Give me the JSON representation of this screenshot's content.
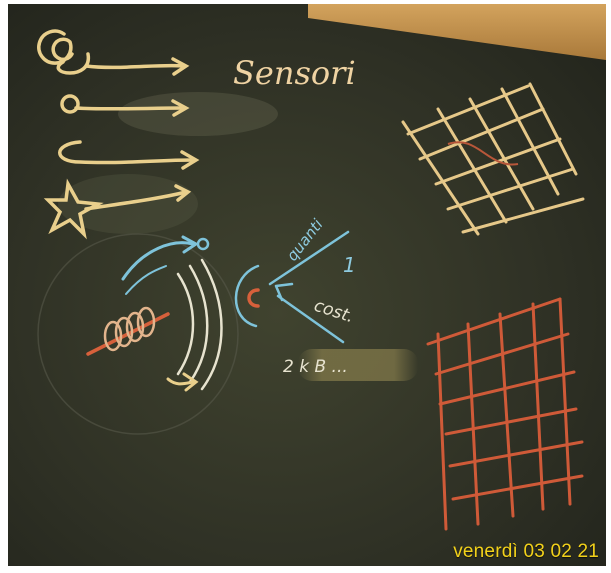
{
  "photo": {
    "subject": "chalkboard",
    "chalk_colors": {
      "yellow": "#e9cf8c",
      "blue": "#7ec3da",
      "red": "#d7603b",
      "white": "#e7e3cf"
    }
  },
  "board_text": {
    "sensori": "Sensori",
    "quanti": "quanti",
    "one": "1",
    "cost": "cost.",
    "formula": "2 k B ..."
  },
  "caption": {
    "date": "venerdì 03 02 21"
  }
}
